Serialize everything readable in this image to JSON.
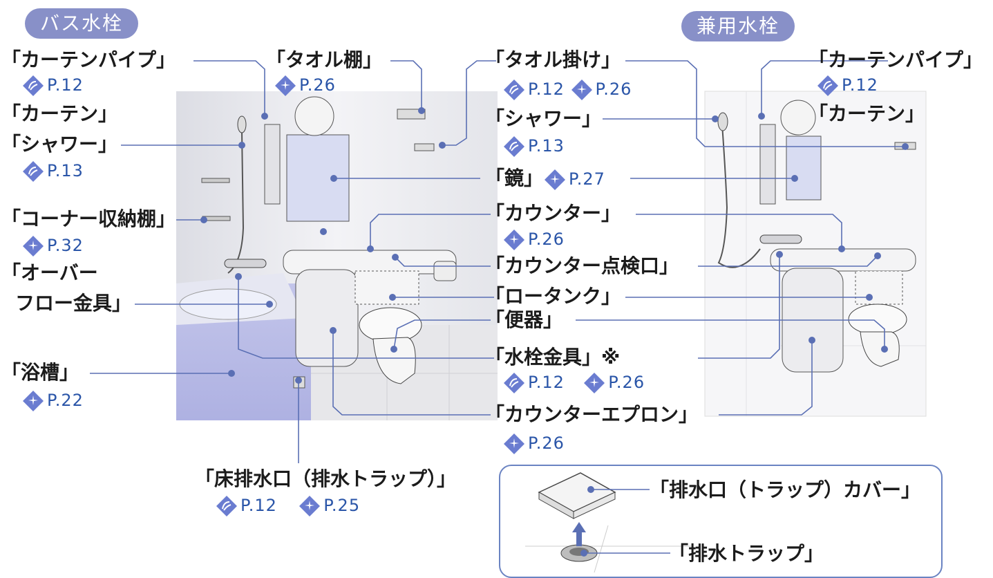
{
  "headers": {
    "left": "バス水栓",
    "right": "兼用水栓"
  },
  "labels": {
    "curtain_pipe_left": "「カーテンパイプ」",
    "curtain_left": "「カーテン」",
    "shower_left": "「シャワー」",
    "corner_shelf": "「コーナー収納棚」",
    "overflow_1": "「オーバー",
    "overflow_2": "フロー金具」",
    "bathtub": "「浴槽」",
    "towel_shelf": "「タオル棚」",
    "floor_drain": "「床排水口（排水トラップ）」",
    "towel_hanger": "「タオル掛け」",
    "shower_mid": "「シャワー」",
    "mirror": "「鏡」",
    "counter": "「カウンター」",
    "counter_inspection": "「カウンター点検口」",
    "low_tank": "「ロータンク」",
    "toilet": "「便器」",
    "faucet": "「水栓金具」※",
    "counter_apron": "「カウンターエプロン」",
    "curtain_pipe_right": "「カーテンパイプ」",
    "curtain_right": "「カーテン」",
    "drain_cover": "「排水口（トラップ）カバー」",
    "drain_trap": "「排水トラップ」"
  },
  "refs": {
    "curtain_pipe_left": "P.12",
    "shower_left": "P.13",
    "corner_shelf": "P.32",
    "bathtub": "P.22",
    "towel_shelf": "P.26",
    "floor_drain_a": "P.12",
    "floor_drain_b": "P.25",
    "towel_hanger_a": "P.12",
    "towel_hanger_b": "P.26",
    "shower_mid": "P.13",
    "mirror": "P.27",
    "counter": "P.26",
    "faucet_a": "P.12",
    "faucet_b": "P.26",
    "counter_apron": "P.26",
    "curtain_pipe_right": "P.12"
  },
  "colors": {
    "accent": "#8890c8",
    "line": "#5a6fb4",
    "ref_text": "#2a55a8",
    "icon": "#6a7cd0"
  },
  "icons": {
    "hand": "hand-maintenance-icon",
    "sparkle": "cleaning-sparkle-icon"
  }
}
